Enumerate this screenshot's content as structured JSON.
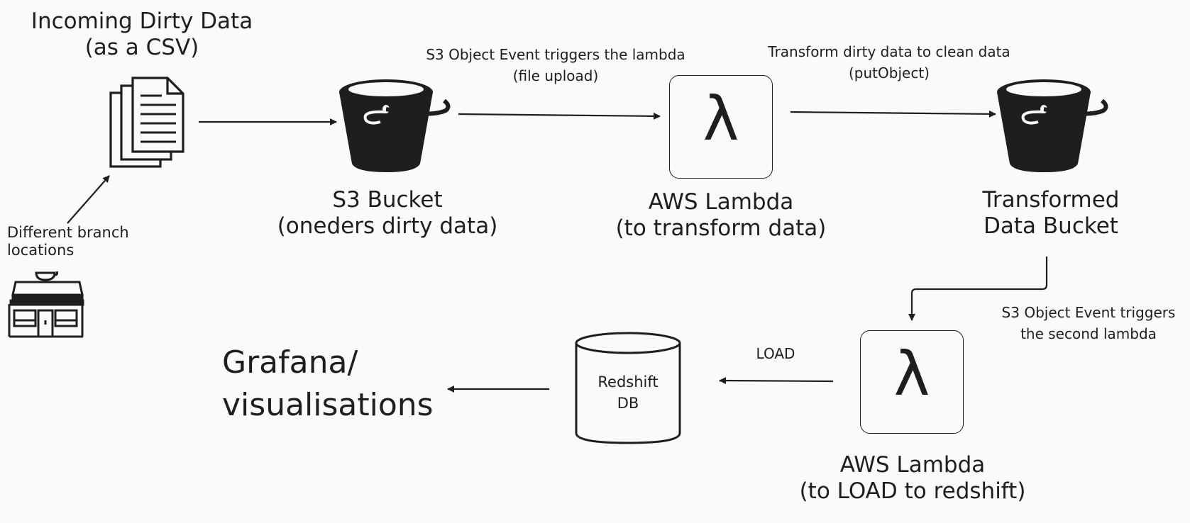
{
  "nodes": {
    "incoming": {
      "line1": "Incoming Dirty Data",
      "line2": "(as a CSV)"
    },
    "branches": {
      "line1": "Different branch",
      "line2": "locations"
    },
    "s3_bucket": {
      "line1": "S3 Bucket",
      "line2": "(oneders dirty data)"
    },
    "lambda_transform": {
      "symbol": "λ",
      "line1": "AWS Lambda",
      "line2": "(to transform data)"
    },
    "transformed_bucket": {
      "line1": "Transformed",
      "line2": "Data Bucket"
    },
    "lambda_load": {
      "symbol": "λ",
      "line1": "AWS Lambda",
      "line2": "(to LOAD to redshift)"
    },
    "redshift": {
      "line1": "Redshift",
      "line2": "DB"
    },
    "grafana": {
      "line1": "Grafana/",
      "line2": "visualisations"
    }
  },
  "edges": {
    "s3_to_lambda": {
      "line1": "S3 Object Event triggers the lambda",
      "line2": "(file upload)"
    },
    "lambda_to_transformed": {
      "line1": "Transform dirty data to clean data",
      "line2": "(putObject)"
    },
    "transformed_to_lambda2": {
      "line1": "S3 Object Event triggers",
      "line2": "the second lambda"
    },
    "lambda2_to_redshift": {
      "label": "LOAD"
    }
  },
  "colors": {
    "stroke": "#1e1e1e",
    "background": "#fafafa"
  },
  "icons": [
    "documents-icon",
    "storefront-icon",
    "s3-bucket-icon",
    "lambda-icon",
    "database-icon"
  ]
}
